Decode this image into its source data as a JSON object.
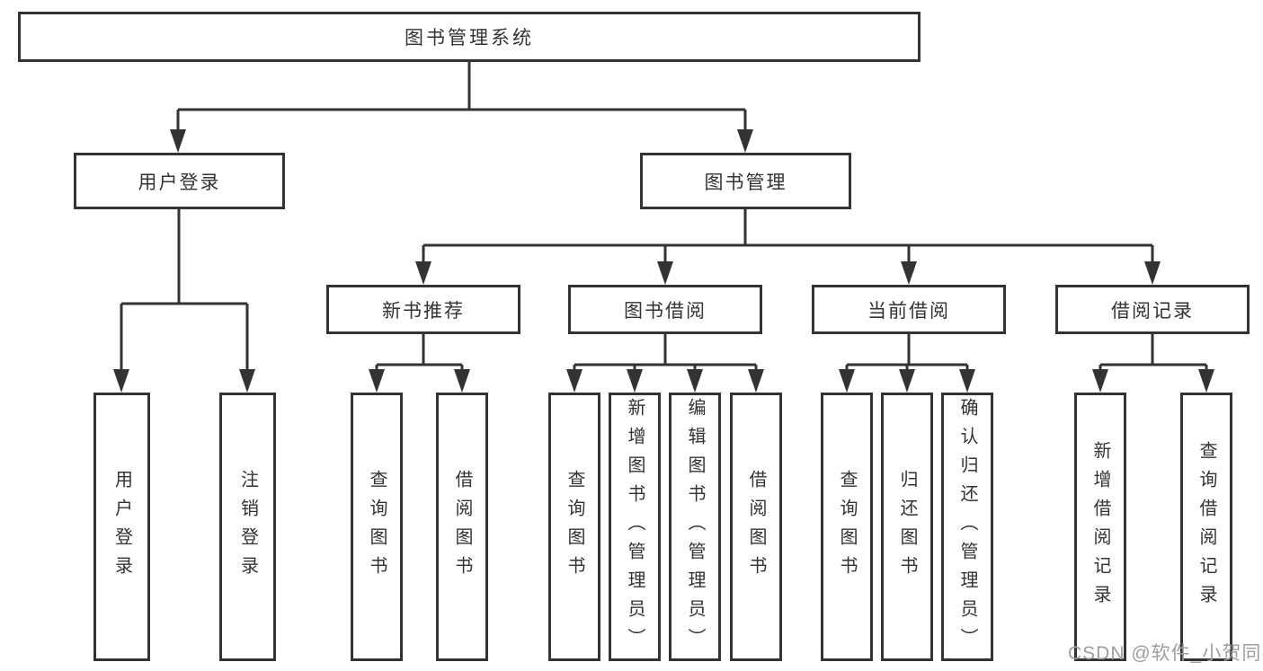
{
  "colors": {
    "line": "#333333",
    "box_border": "#333333",
    "box_fill": "#ffffff",
    "text": "#333333",
    "watermark_text": "#9e9e9e",
    "background": "#ffffff"
  },
  "watermark": "CSDN @软件_小贺同学",
  "tree": {
    "root": {
      "label": "图书管理系统",
      "children": [
        {
          "label": "用户登录",
          "children": [
            {
              "label": "用户登录"
            },
            {
              "label": "注销登录"
            }
          ]
        },
        {
          "label": "图书管理",
          "children": [
            {
              "label": "新书推荐",
              "children": [
                {
                  "label": "查询图书"
                },
                {
                  "label": "借阅图书"
                }
              ]
            },
            {
              "label": "图书借阅",
              "children": [
                {
                  "label": "查询图书"
                },
                {
                  "label": "新增图书（管理员）"
                },
                {
                  "label": "编辑图书（管理员）"
                },
                {
                  "label": "借阅图书"
                }
              ]
            },
            {
              "label": "当前借阅",
              "children": [
                {
                  "label": "查询图书"
                },
                {
                  "label": "归还图书"
                },
                {
                  "label": "确认归还（管理员）"
                }
              ]
            },
            {
              "label": "借阅记录",
              "children": [
                {
                  "label": "新增借阅记录"
                },
                {
                  "label": "查询借阅记录"
                }
              ]
            }
          ]
        }
      ]
    }
  }
}
